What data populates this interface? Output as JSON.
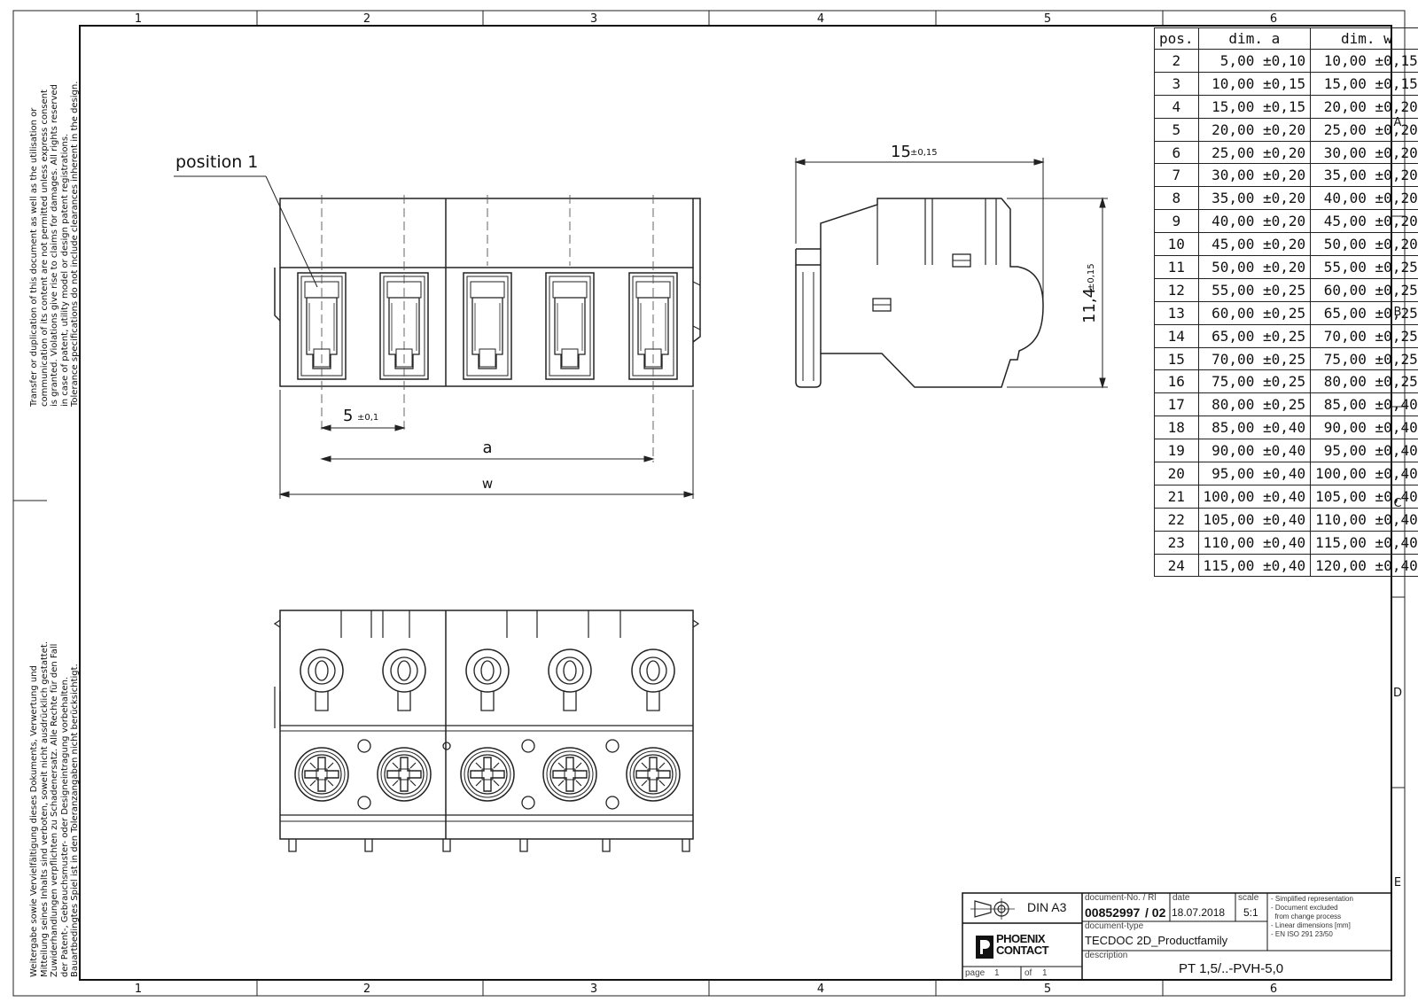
{
  "frame": {
    "columns": [
      "1",
      "2",
      "3",
      "4",
      "5",
      "6"
    ],
    "rows": [
      "A",
      "B",
      "C",
      "D",
      "E"
    ]
  },
  "legal": {
    "english": [
      "Transfer or duplication of this document as well as the utilisation or",
      "communication of its content are not permitted unless express consent",
      "is granted. Violations give rise to claims for damages. All rights reserved",
      "in case of patent, utility model or design patent registrations.",
      "Tolerance specifications do not include clearances inherent in the design."
    ],
    "german": [
      "Weitergabe sowie Vervielfältigung dieses Dokuments, Verwertung und",
      "Mitteilung seines Inhalts sind verboten, soweit nicht ausdrücklich gestattet.",
      "Zuwiderhandlungen verpflichten zu Schadenersatz. Alle Rechte für den Fall",
      "der Patent-, Gebrauchsmuster- oder Designeintragung vorbehalten.",
      "Bauartbedingtes Spiel ist in den Toleranzangaben nicht berücksichtigt."
    ]
  },
  "drawing": {
    "position_label": "position 1",
    "pitch_value": "5",
    "pitch_tol": "±0,1",
    "dim_a_label": "a",
    "dim_w_label": "w",
    "width_value": "15",
    "width_tol": "±0,15",
    "height_value": "11,4",
    "height_tol": "±0,15"
  },
  "table": {
    "headers": [
      "pos.",
      "dim. a",
      "dim. w"
    ],
    "rows": [
      [
        "2",
        "5,00 ±0,10",
        "10,00 ±0,15"
      ],
      [
        "3",
        "10,00 ±0,15",
        "15,00 ±0,15"
      ],
      [
        "4",
        "15,00 ±0,15",
        "20,00 ±0,20"
      ],
      [
        "5",
        "20,00 ±0,20",
        "25,00 ±0,20"
      ],
      [
        "6",
        "25,00 ±0,20",
        "30,00 ±0,20"
      ],
      [
        "7",
        "30,00 ±0,20",
        "35,00 ±0,20"
      ],
      [
        "8",
        "35,00 ±0,20",
        "40,00 ±0,20"
      ],
      [
        "9",
        "40,00 ±0,20",
        "45,00 ±0,20"
      ],
      [
        "10",
        "45,00 ±0,20",
        "50,00 ±0,20"
      ],
      [
        "11",
        "50,00 ±0,20",
        "55,00 ±0,25"
      ],
      [
        "12",
        "55,00 ±0,25",
        "60,00 ±0,25"
      ],
      [
        "13",
        "60,00 ±0,25",
        "65,00 ±0,25"
      ],
      [
        "14",
        "65,00 ±0,25",
        "70,00 ±0,25"
      ],
      [
        "15",
        "70,00 ±0,25",
        "75,00 ±0,25"
      ],
      [
        "16",
        "75,00 ±0,25",
        "80,00 ±0,25"
      ],
      [
        "17",
        "80,00 ±0,25",
        "85,00 ±0,40"
      ],
      [
        "18",
        "85,00 ±0,40",
        "90,00 ±0,40"
      ],
      [
        "19",
        "90,00 ±0,40",
        "95,00 ±0,40"
      ],
      [
        "20",
        "95,00 ±0,40",
        "100,00 ±0,40"
      ],
      [
        "21",
        "100,00 ±0,40",
        "105,00 ±0,40"
      ],
      [
        "22",
        "105,00 ±0,40",
        "110,00 ±0,40"
      ],
      [
        "23",
        "110,00 ±0,40",
        "115,00 ±0,40"
      ],
      [
        "24",
        "115,00 ±0,40",
        "120,00 ±0,40"
      ]
    ]
  },
  "title_block": {
    "format": "DIN A3",
    "doc_no_label": "document-No. / Rl",
    "doc_no": "00852997",
    "revision": "/ 02",
    "date_label": "date",
    "date": "18.07.2018",
    "scale_label": "scale",
    "scale": "5:1",
    "notes": [
      "- Simplified representation",
      "- Document excluded",
      "  from change process",
      "- Linear dimensions [mm]",
      "- EN ISO 291  23/50"
    ],
    "doc_type_label": "document-type",
    "doc_type": "TECDOC 2D_Productfamily",
    "logo_line1": "PHOENIX",
    "logo_line2": "CONTACT",
    "description_label": "description",
    "description": "PT 1,5/..-PVH-5,0",
    "page_label": "page",
    "page": "1",
    "of_label": "of",
    "of": "1"
  }
}
